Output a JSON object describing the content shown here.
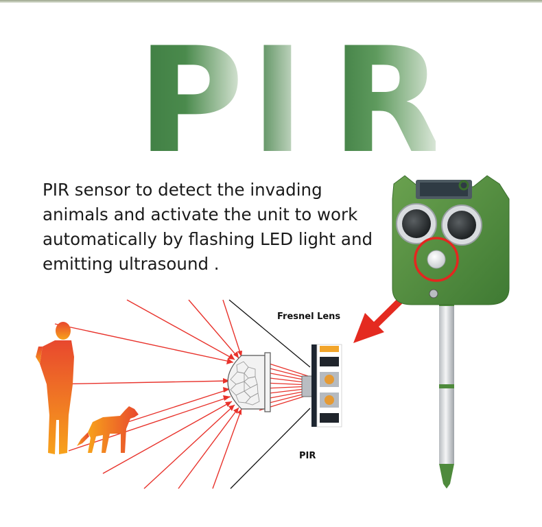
{
  "headline": {
    "text": "PIR",
    "letters": [
      "P",
      "I",
      "R"
    ],
    "color": "#3f7d43"
  },
  "description": {
    "lines": [
      "PIR sensor to detect the invading",
      "animals and activate the unit to work",
      "automatically by flashing LED light and",
      "emitting ultrasound ."
    ]
  },
  "labels": {
    "fresnel_lens": "Fresnel Lens",
    "pir": "PIR"
  },
  "colors": {
    "ray": "#e8322b",
    "arrow": "#e42a20",
    "device_green": "#4e8a3c",
    "silhouette_top": "#e8482e",
    "silhouette_bottom": "#f7a21b"
  }
}
